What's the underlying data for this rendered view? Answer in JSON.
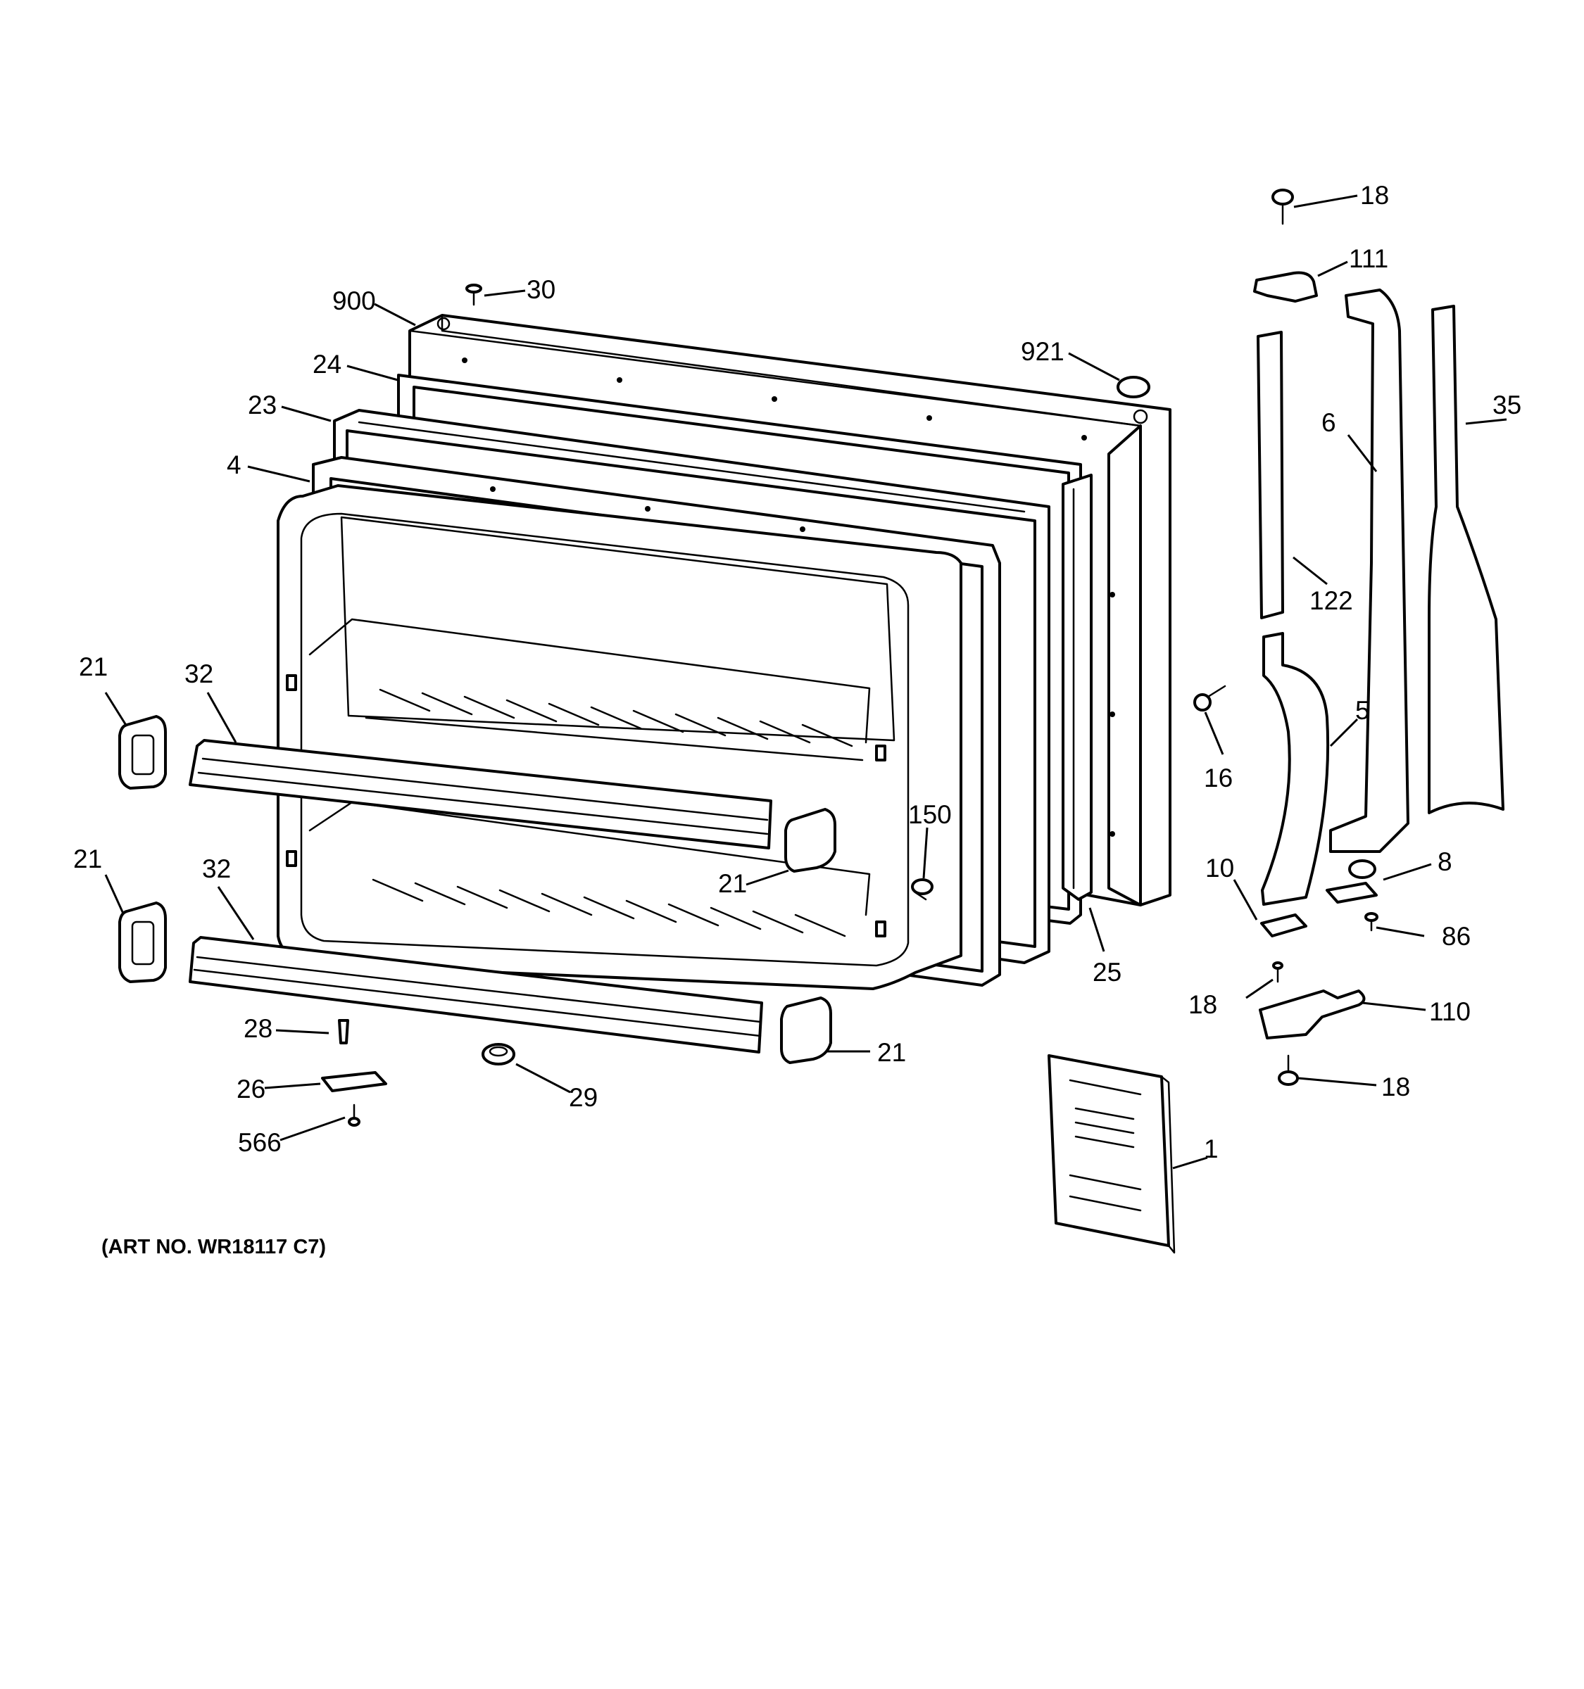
{
  "callouts": {
    "c900": "900",
    "c30": "30",
    "c24": "24",
    "c23": "23",
    "c4": "4",
    "c921": "921",
    "c18_top": "18",
    "c111": "111",
    "c35": "35",
    "c6": "6",
    "c122": "122",
    "c5": "5",
    "c16": "16",
    "c21_a": "21",
    "c32_a": "32",
    "c21_b": "21",
    "c32_b": "32",
    "c21_c": "21",
    "c150": "150",
    "c21_d": "21",
    "c25": "25",
    "c10": "10",
    "c8": "8",
    "c86": "86",
    "c18_mid": "18",
    "c110": "110",
    "c18_bot": "18",
    "c28": "28",
    "c26": "26",
    "c29": "29",
    "c566": "566",
    "c1": "1"
  },
  "art_number": "(ART NO. WR18117 C7)"
}
